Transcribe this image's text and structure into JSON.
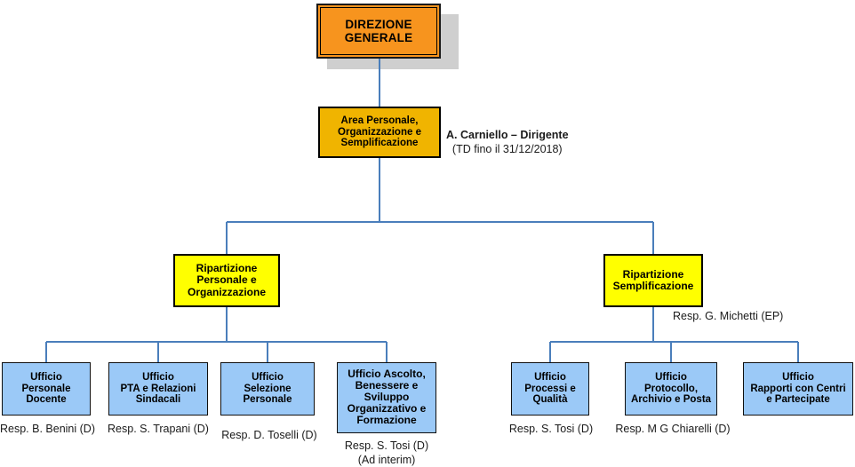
{
  "org_chart": {
    "type": "organizational-hierarchy",
    "colors": {
      "top_level_fill": "#F7941E",
      "top_level_shadow": "#CFCFCF",
      "area_level_fill": "#F0B400",
      "ripartizione_fill": "#FFFF00",
      "ufficio_fill": "#9BC9F7",
      "border": "#000000",
      "connector_line": "#4A7EBB",
      "text": "#000000"
    },
    "top": {
      "id": "direzione-generale",
      "label": "DIREZIONE\nGENERALE",
      "line1": "DIREZIONE",
      "line2": "GENERALE"
    },
    "area": {
      "id": "area-personale",
      "line1": "Area Personale,",
      "line2": "Organizzazione e",
      "line3": "Semplificazione",
      "caption_line1": "A. Carniello – Dirigente",
      "caption_line2": "(TD fino il 31/12/2018)"
    },
    "ripartizioni": [
      {
        "id": "ripartizione-personale-organizzazione",
        "line1": "Ripartizione",
        "line2": "Personale e",
        "line3": "Organizzazione",
        "caption": ""
      },
      {
        "id": "ripartizione-semplificazione",
        "line1": "Ripartizione",
        "line2": "Semplificazione",
        "line3": "",
        "caption": "Resp. G. Michetti (EP)"
      }
    ],
    "uffici_left": [
      {
        "id": "ufficio-personale-docente",
        "lines": [
          "Ufficio",
          "Personale",
          "Docente"
        ],
        "caption": "Resp. B. Benini (D)",
        "caption2": ""
      },
      {
        "id": "ufficio-pta-relazioni-sindacali",
        "lines": [
          "Ufficio",
          "PTA e Relazioni",
          "Sindacali"
        ],
        "caption": "Resp. S. Trapani (D)",
        "caption2": ""
      },
      {
        "id": "ufficio-selezione-personale",
        "lines": [
          "Ufficio",
          "Selezione",
          "Personale"
        ],
        "caption": "Resp. D. Toselli (D)",
        "caption2": ""
      },
      {
        "id": "ufficio-ascolto-benessere-sviluppo",
        "lines": [
          "Ufficio Ascolto,",
          "Benessere e",
          "Sviluppo",
          "Organizzativo e",
          "Formazione"
        ],
        "caption": "Resp. S. Tosi (D)",
        "caption2": "(Ad interim)"
      }
    ],
    "uffici_right": [
      {
        "id": "ufficio-processi-qualita",
        "lines": [
          "Ufficio",
          "Processi e",
          "Qualità"
        ],
        "caption": "Resp. S. Tosi (D)",
        "caption2": ""
      },
      {
        "id": "ufficio-protocollo-archivio-posta",
        "lines": [
          "Ufficio",
          "Protocollo,",
          "Archivio e Posta"
        ],
        "caption": "Resp. M G Chiarelli (D)",
        "caption2": ""
      },
      {
        "id": "ufficio-rapporti-centri-partecipate",
        "lines": [
          "Ufficio",
          "Rapporti con Centri",
          "e Partecipate"
        ],
        "caption": "",
        "caption2": ""
      }
    ]
  }
}
